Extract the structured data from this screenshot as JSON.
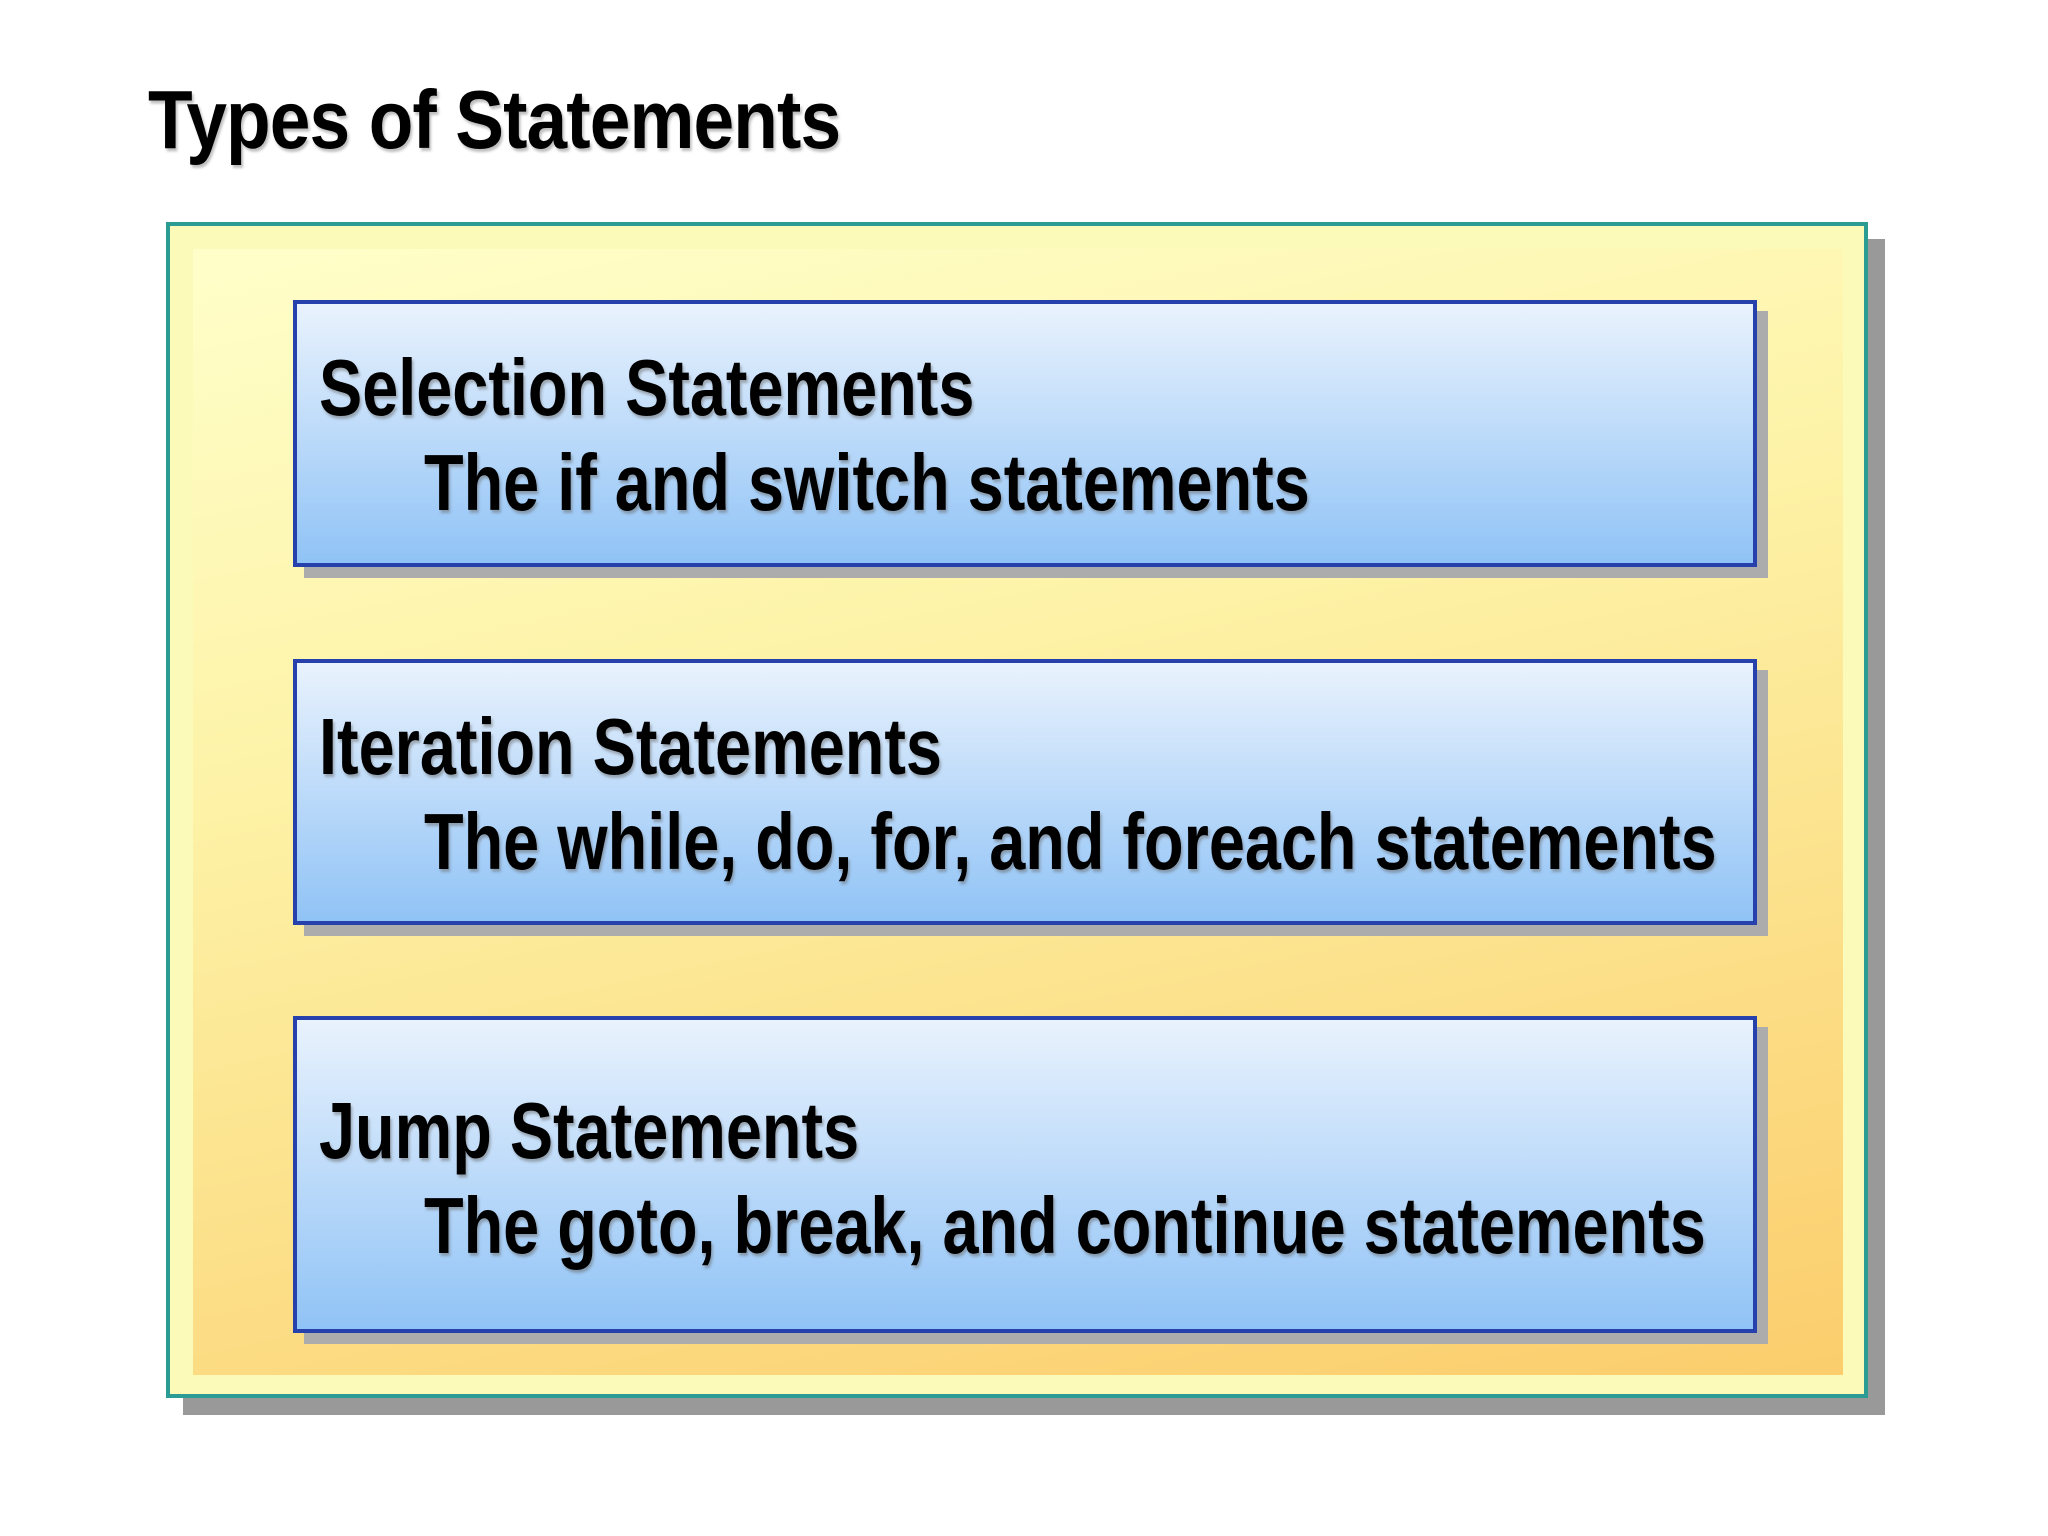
{
  "title": "Types of Statements",
  "boxes": [
    {
      "id": "selection",
      "heading": "Selection Statements",
      "detail": "The if and switch statements"
    },
    {
      "id": "iteration",
      "heading": "Iteration Statements",
      "detail": "The while, do, for, and foreach statements"
    },
    {
      "id": "jump",
      "heading": "Jump Statements",
      "detail": "The goto, break, and continue statements"
    }
  ],
  "colors": {
    "teal": "#2b9c93",
    "panel_pale": "#fcfab8",
    "gold_light": "#fffec8",
    "gold_mid": "#fdf2a6",
    "gold_deep": "#fbcd6c",
    "box_border": "#2640ac",
    "box_blue_light": "#e9f2fd",
    "box_blue_deep": "#90c3f6",
    "panel_shadow": "#999999",
    "box_shadow": "#acacac",
    "text": "#000000",
    "background": "#ffffff"
  }
}
